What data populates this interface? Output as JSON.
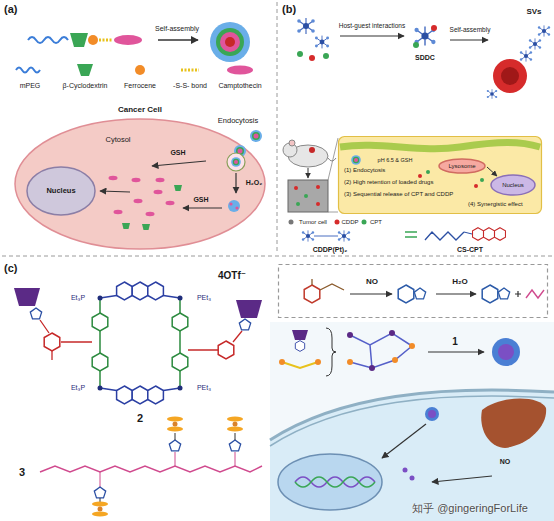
{
  "diagram": {
    "nodes": [
      {
        "text": [
          "(a)"
        ]
      },
      {
        "text": [
          "Cancer Cell",
          "Cytosol"
        ],
        "in": 0
      },
      {
        "text": [
          "Nucleus"
        ],
        "in": 1
      },
      {
        "text": [
          "(b)"
        ]
      },
      {
        "text": [
          "(1) Endocytosis",
          "(2) High retention of loaded drugs",
          "(3) Sequential release of CPT and CDDP",
          "(4) Synergistic effect"
        ],
        "in": 3
      },
      {
        "text": [
          "Lysosome"
        ],
        "in": 4
      },
      {
        "text": [
          "Nucleus"
        ],
        "in": 4
      },
      {
        "text": [
          "(c)"
        ]
      },
      {
        "text": [
          "NO",
          "H₂O"
        ],
        "in": 7
      }
    ],
    "labels": [
      "Self-assembly",
      "Endocytosis",
      "GSH",
      "H₂O₂",
      "GSH",
      "Host-guest interactions",
      "Self-assembly",
      "SDDC",
      "SVs",
      "Tumor cell",
      "CDDP",
      "CPT",
      "pH 6.5 & GSH",
      "CDDP(Pt)₂",
      "CS-CPT",
      "4OTf⁻",
      "Et₃P",
      "PEt₃",
      "Et₃P",
      "PEt₃",
      "2",
      "3",
      "1",
      "NO",
      "知乎 @gingeringForLife"
    ],
    "legend": [
      {
        "text": "mPEG"
      },
      {
        "text": "β-Cyclodextrin"
      },
      {
        "text": "Ferrocene"
      },
      {
        "text": "-S-S- bond"
      },
      {
        "text": "Camptothecin"
      }
    ]
  }
}
